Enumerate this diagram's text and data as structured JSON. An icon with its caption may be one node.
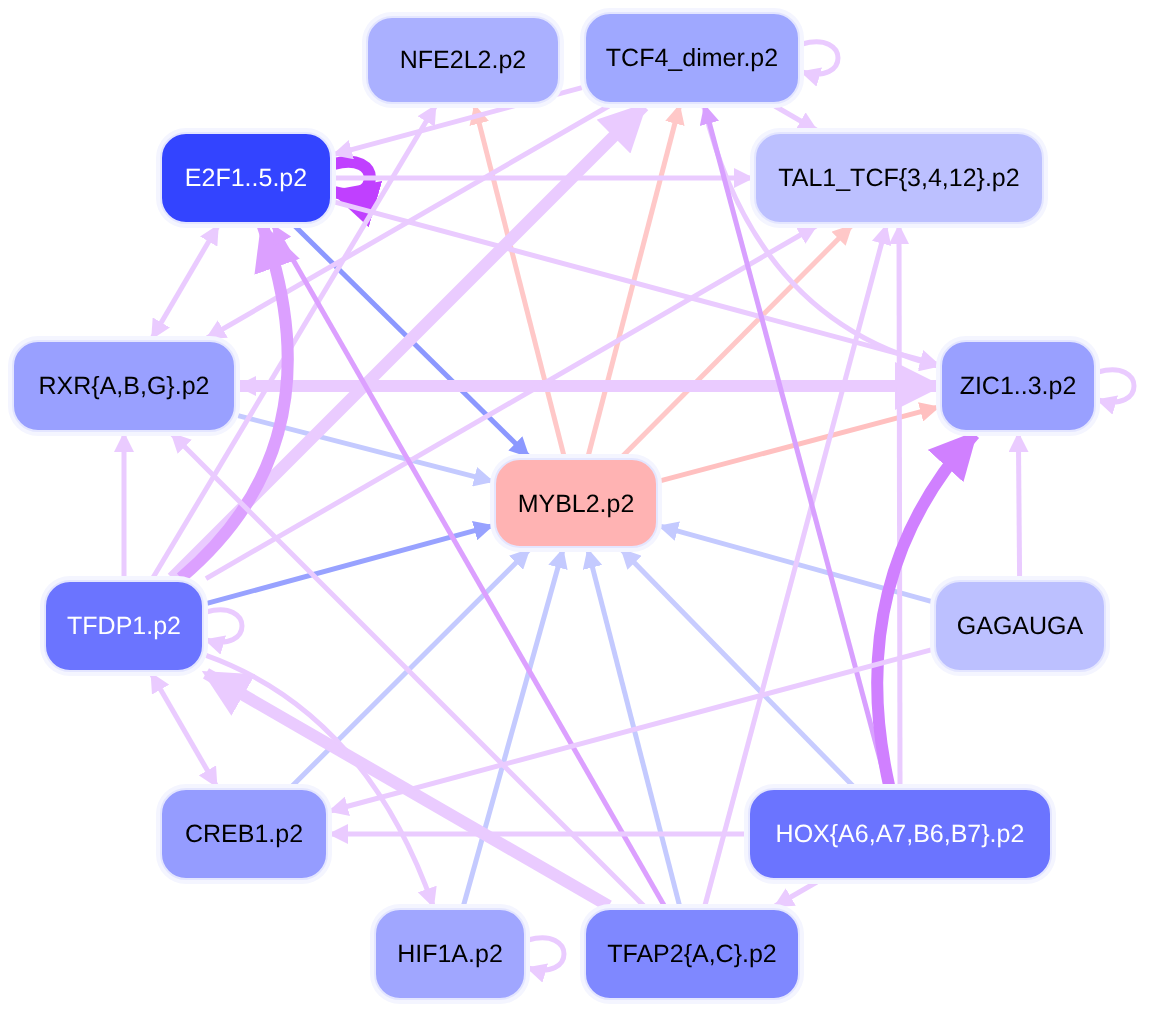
{
  "diagram": {
    "nodes": [
      {
        "text": [
          "NFE2L2.p2"
        ]
      },
      {
        "text": [
          "TCF4_dimer.p2"
        ]
      },
      {
        "text": [
          "E2F1..5.p2"
        ]
      },
      {
        "text": [
          "TAL1_TCF{3,4,12}.p2"
        ]
      },
      {
        "text": [
          "RXR{A,B,G}.p2"
        ]
      },
      {
        "text": [
          "ZIC1..3.p2"
        ]
      },
      {
        "text": [
          "MYBL2.p2"
        ]
      },
      {
        "text": [
          "TFDP1.p2"
        ]
      },
      {
        "text": [
          "GAGAUGA"
        ]
      },
      {
        "text": [
          "CREB1.p2"
        ]
      },
      {
        "text": [
          "HOX{A6,A7,B6,B7}.p2"
        ]
      },
      {
        "text": [
          "HIF1A.p2"
        ]
      },
      {
        "text": [
          "TFAP2{A,C}.p2"
        ]
      }
    ],
    "edges": [
      {
        "from": 6,
        "to": 0,
        "arrow": "to",
        "color": "#ffc8c8"
      },
      {
        "from": 6,
        "to": 1,
        "arrow": "to",
        "color": "#ffc8c8"
      },
      {
        "from": 6,
        "to": 3,
        "arrow": "to",
        "color": "#ffc8c8"
      },
      {
        "from": 6,
        "to": 5,
        "arrow": "to",
        "color": "#ffc0c0"
      },
      {
        "from": 2,
        "to": 6,
        "arrow": "to",
        "color": "#8c98ff"
      },
      {
        "from": 4,
        "to": 6,
        "arrow": "to",
        "color": "#c4caff"
      },
      {
        "from": 7,
        "to": 6,
        "arrow": "to",
        "color": "#98a2ff"
      },
      {
        "from": 9,
        "to": 6,
        "arrow": "to",
        "color": "#c4caff"
      },
      {
        "from": 11,
        "to": 6,
        "arrow": "to",
        "color": "#c4caff"
      },
      {
        "from": 12,
        "to": 6,
        "arrow": "to",
        "color": "#c4caff"
      },
      {
        "from": 10,
        "to": 6,
        "arrow": "to",
        "color": "#c8ccff"
      },
      {
        "from": 8,
        "to": 6,
        "arrow": "to",
        "color": "#c4caff"
      },
      {
        "from": 2,
        "to": 2,
        "arrow": "to",
        "style": "thick",
        "color": "#c040ff"
      },
      {
        "from": 1,
        "to": 1,
        "arrow": "to"
      },
      {
        "from": 5,
        "to": 5,
        "arrow": "to"
      },
      {
        "from": 7,
        "to": 7,
        "arrow": "to"
      },
      {
        "from": 11,
        "to": 11,
        "arrow": "to"
      },
      {
        "from": 1,
        "to": 2,
        "arrow": "to"
      },
      {
        "from": 2,
        "to": 3,
        "arrow": "to"
      },
      {
        "from": 2,
        "to": 4,
        "arrow": "both"
      },
      {
        "from": 1,
        "to": 3,
        "arrow": "to"
      },
      {
        "from": 1,
        "to": 5,
        "arrow": "to"
      },
      {
        "from": 2,
        "to": 5,
        "arrow": "to"
      },
      {
        "from": 4,
        "to": 5,
        "arrow": "to",
        "style": "thick"
      },
      {
        "from": 5,
        "to": 4,
        "arrow": "to"
      },
      {
        "from": 1,
        "to": 4,
        "arrow": "to"
      },
      {
        "from": 7,
        "to": 0,
        "arrow": "to"
      },
      {
        "from": 7,
        "to": 1,
        "arrow": "to",
        "style": "thick"
      },
      {
        "from": 7,
        "to": 3,
        "arrow": "to"
      },
      {
        "from": 7,
        "to": 4,
        "arrow": "to"
      },
      {
        "from": 7,
        "to": 2,
        "arrow": "to",
        "style": "thick",
        "color": "#dca0ff"
      },
      {
        "from": 7,
        "to": 9,
        "arrow": "both"
      },
      {
        "from": 12,
        "to": 7,
        "arrow": "to",
        "style": "thick"
      },
      {
        "from": 12,
        "to": 4,
        "arrow": "to"
      },
      {
        "from": 12,
        "to": 3,
        "arrow": "to"
      },
      {
        "from": 12,
        "to": 2,
        "arrow": "to",
        "color": "#dca0ff"
      },
      {
        "from": 10,
        "to": 9,
        "arrow": "to"
      },
      {
        "from": 10,
        "to": 12,
        "arrow": "to"
      },
      {
        "from": 10,
        "to": 3,
        "arrow": "to"
      },
      {
        "from": 10,
        "to": 1,
        "arrow": "to",
        "color": "#d8a0ff"
      },
      {
        "from": 10,
        "to": 5,
        "arrow": "to",
        "style": "thick",
        "color": "#d080ff"
      },
      {
        "from": 8,
        "to": 5,
        "arrow": "to"
      },
      {
        "from": 8,
        "to": 9,
        "arrow": "to"
      },
      {
        "from": 7,
        "to": 11,
        "arrow": "to"
      }
    ]
  }
}
